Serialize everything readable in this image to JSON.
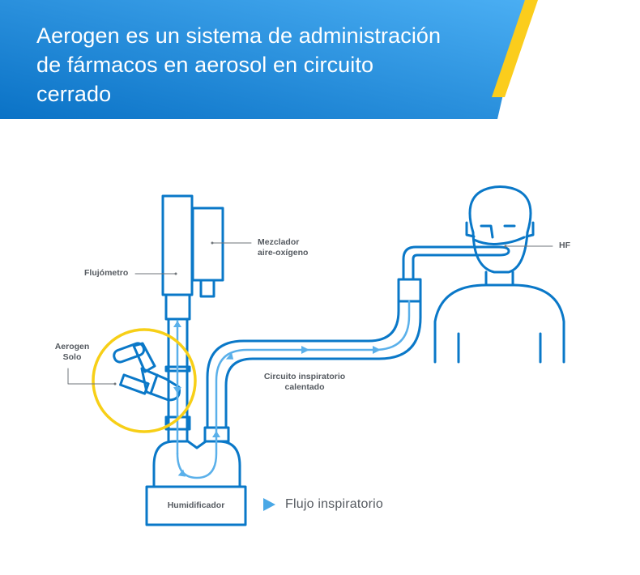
{
  "header": {
    "title_lines": [
      "Aerogen es un sistema de administración",
      "de fármacos en aerosol en circuito",
      "cerrado"
    ],
    "gradient_start": "#0a72c6",
    "gradient_end": "#4aaef3",
    "accent_stripe": "#fbcd1c"
  },
  "diagram": {
    "labels": {
      "flowmeter": "Flujómetro",
      "blender_line1": "Mezclador",
      "blender_line2": "aire-oxígeno",
      "aerogen_line1": "Aerogen",
      "aerogen_line2": "Solo",
      "circuit_line1": "Circuito inspiratorio",
      "circuit_line2": "calentado",
      "hf": "HF",
      "humidifier": "Humidificador"
    },
    "colors": {
      "outline": "#0a78c8",
      "flow": "#5ab0ea",
      "highlight_circle": "#f7cf17",
      "leader": "#6e7378"
    }
  },
  "legend": {
    "icon": "triangle-right-icon",
    "label": "Flujo inspiratorio"
  }
}
